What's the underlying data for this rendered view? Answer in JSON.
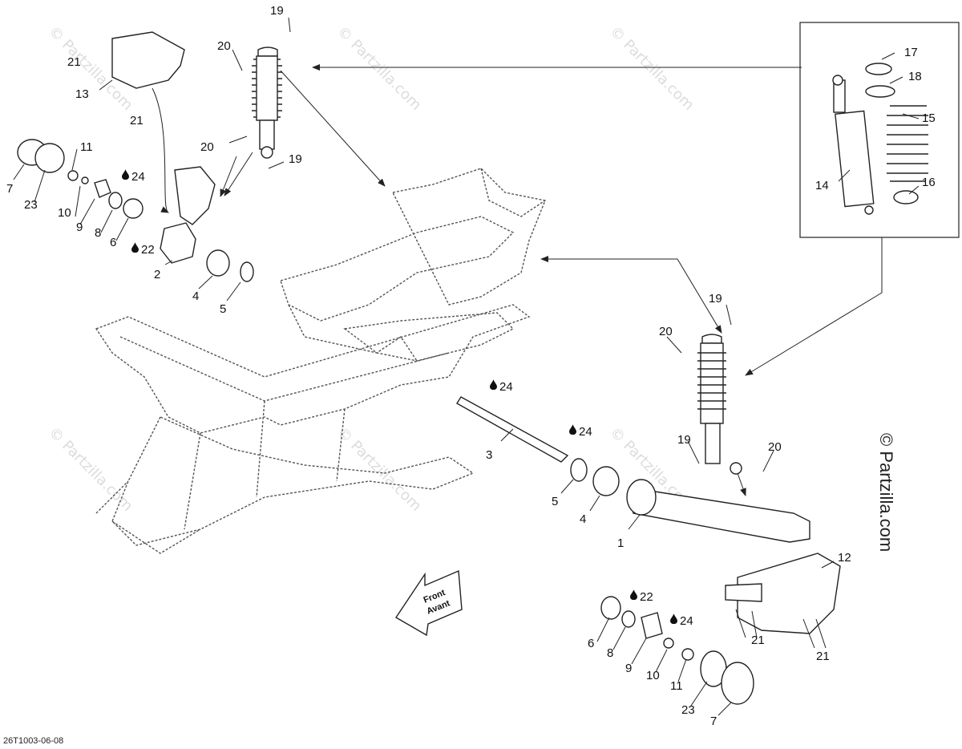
{
  "diagram": {
    "copyright": "© Partzilla.com",
    "watermark": "© Partzilla.com",
    "reference_code": "26T1003-06-08",
    "direction_label": {
      "line1": "Front",
      "line2": "Avant"
    },
    "callouts": [
      {
        "id": "c1",
        "text": "1"
      },
      {
        "id": "c2",
        "text": "2"
      },
      {
        "id": "c3",
        "text": "3"
      },
      {
        "id": "c4a",
        "text": "4"
      },
      {
        "id": "c4b",
        "text": "4"
      },
      {
        "id": "c5a",
        "text": "5"
      },
      {
        "id": "c5b",
        "text": "5"
      },
      {
        "id": "c6a",
        "text": "6"
      },
      {
        "id": "c6b",
        "text": "6"
      },
      {
        "id": "c7a",
        "text": "7"
      },
      {
        "id": "c7b",
        "text": "7"
      },
      {
        "id": "c8a",
        "text": "8"
      },
      {
        "id": "c8b",
        "text": "8"
      },
      {
        "id": "c9a",
        "text": "9"
      },
      {
        "id": "c9b",
        "text": "9"
      },
      {
        "id": "c10a",
        "text": "10"
      },
      {
        "id": "c10b",
        "text": "10"
      },
      {
        "id": "c11a",
        "text": "11"
      },
      {
        "id": "c11b",
        "text": "11"
      },
      {
        "id": "c12",
        "text": "12"
      },
      {
        "id": "c13",
        "text": "13"
      },
      {
        "id": "c14",
        "text": "14"
      },
      {
        "id": "c15",
        "text": "15"
      },
      {
        "id": "c16",
        "text": "16"
      },
      {
        "id": "c17",
        "text": "17"
      },
      {
        "id": "c18",
        "text": "18"
      },
      {
        "id": "c19a",
        "text": "19"
      },
      {
        "id": "c19b",
        "text": "19"
      },
      {
        "id": "c19c",
        "text": "19"
      },
      {
        "id": "c19d",
        "text": "19"
      },
      {
        "id": "c20a",
        "text": "20"
      },
      {
        "id": "c20b",
        "text": "20"
      },
      {
        "id": "c20c",
        "text": "20"
      },
      {
        "id": "c20d",
        "text": "20"
      },
      {
        "id": "c21a",
        "text": "21"
      },
      {
        "id": "c21b",
        "text": "21"
      },
      {
        "id": "c21c",
        "text": "21"
      },
      {
        "id": "c21d",
        "text": "21"
      },
      {
        "id": "c22a",
        "text": "22"
      },
      {
        "id": "c22b",
        "text": "22"
      },
      {
        "id": "c23a",
        "text": "23"
      },
      {
        "id": "c23b",
        "text": "23"
      },
      {
        "id": "c24a",
        "text": "24"
      },
      {
        "id": "c24b",
        "text": "24"
      },
      {
        "id": "c24c",
        "text": "24"
      },
      {
        "id": "c24d",
        "text": "24"
      }
    ]
  }
}
